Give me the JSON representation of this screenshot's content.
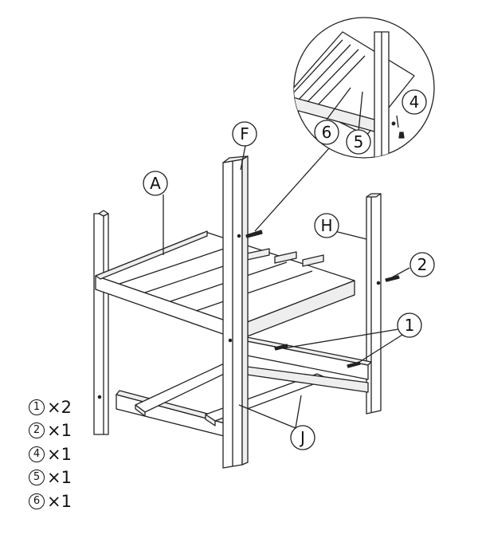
{
  "callouts": {
    "A": "A",
    "F": "F",
    "H": "H",
    "J": "J",
    "c1": "1",
    "c2": "2",
    "c4": "4",
    "c5": "5",
    "c6": "6"
  },
  "legend": [
    {
      "num": "1",
      "qty": "×2"
    },
    {
      "num": "2",
      "qty": "×1"
    },
    {
      "num": "4",
      "qty": "×1"
    },
    {
      "num": "5",
      "qty": "×1"
    },
    {
      "num": "6",
      "qty": "×1"
    }
  ],
  "colors": {
    "line": "#222222",
    "fill": "#ffffff",
    "shade": "#e9e9e9"
  }
}
